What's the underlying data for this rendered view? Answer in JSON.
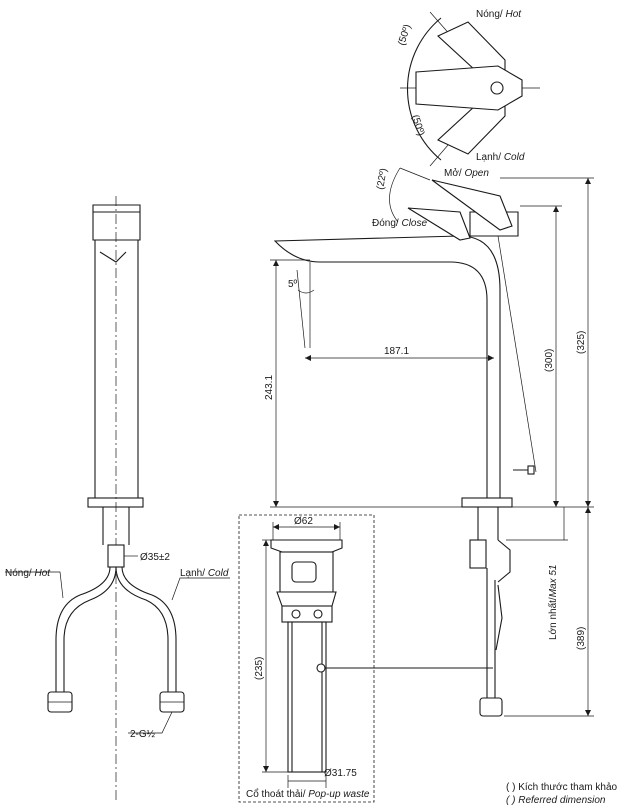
{
  "top_view": {
    "hot_label": "Nóng/ ",
    "hot_italic": "Hot",
    "cold_label": "Lạnh/ ",
    "cold_italic": "Cold",
    "angle_hot": "(50º)",
    "angle_cold": "(50º)"
  },
  "lever": {
    "open_label": "Mở/ ",
    "open_italic": "Open",
    "close_label": "Đóng/ ",
    "close_italic": "Close",
    "angle": "(22º)",
    "tilt": "5º"
  },
  "dimensions": {
    "reach": "187.1",
    "spout_height": "243.1",
    "handle_height": "(300)",
    "total_height": "(325)",
    "below_deck": "(389)",
    "max_deck": "Lớn nhất/",
    "max_deck_italic": "Max 51",
    "shank_dia": "Ø35±2",
    "connection": "2-G½"
  },
  "side_view": {
    "hot_label": "Nóng/ ",
    "hot_italic": "Hot",
    "cold_label": "Lạnh/ ",
    "cold_italic": "Cold"
  },
  "waste": {
    "top_dia": "Ø62",
    "length": "(235)",
    "bottom_dia": "Ø31.75",
    "caption": "Cổ thoát thải/ ",
    "caption_italic": "Pop-up waste"
  },
  "notes": {
    "ref_label": "( ) Kích thước tham khảo",
    "ref_italic": "( ) Referred dimension"
  }
}
